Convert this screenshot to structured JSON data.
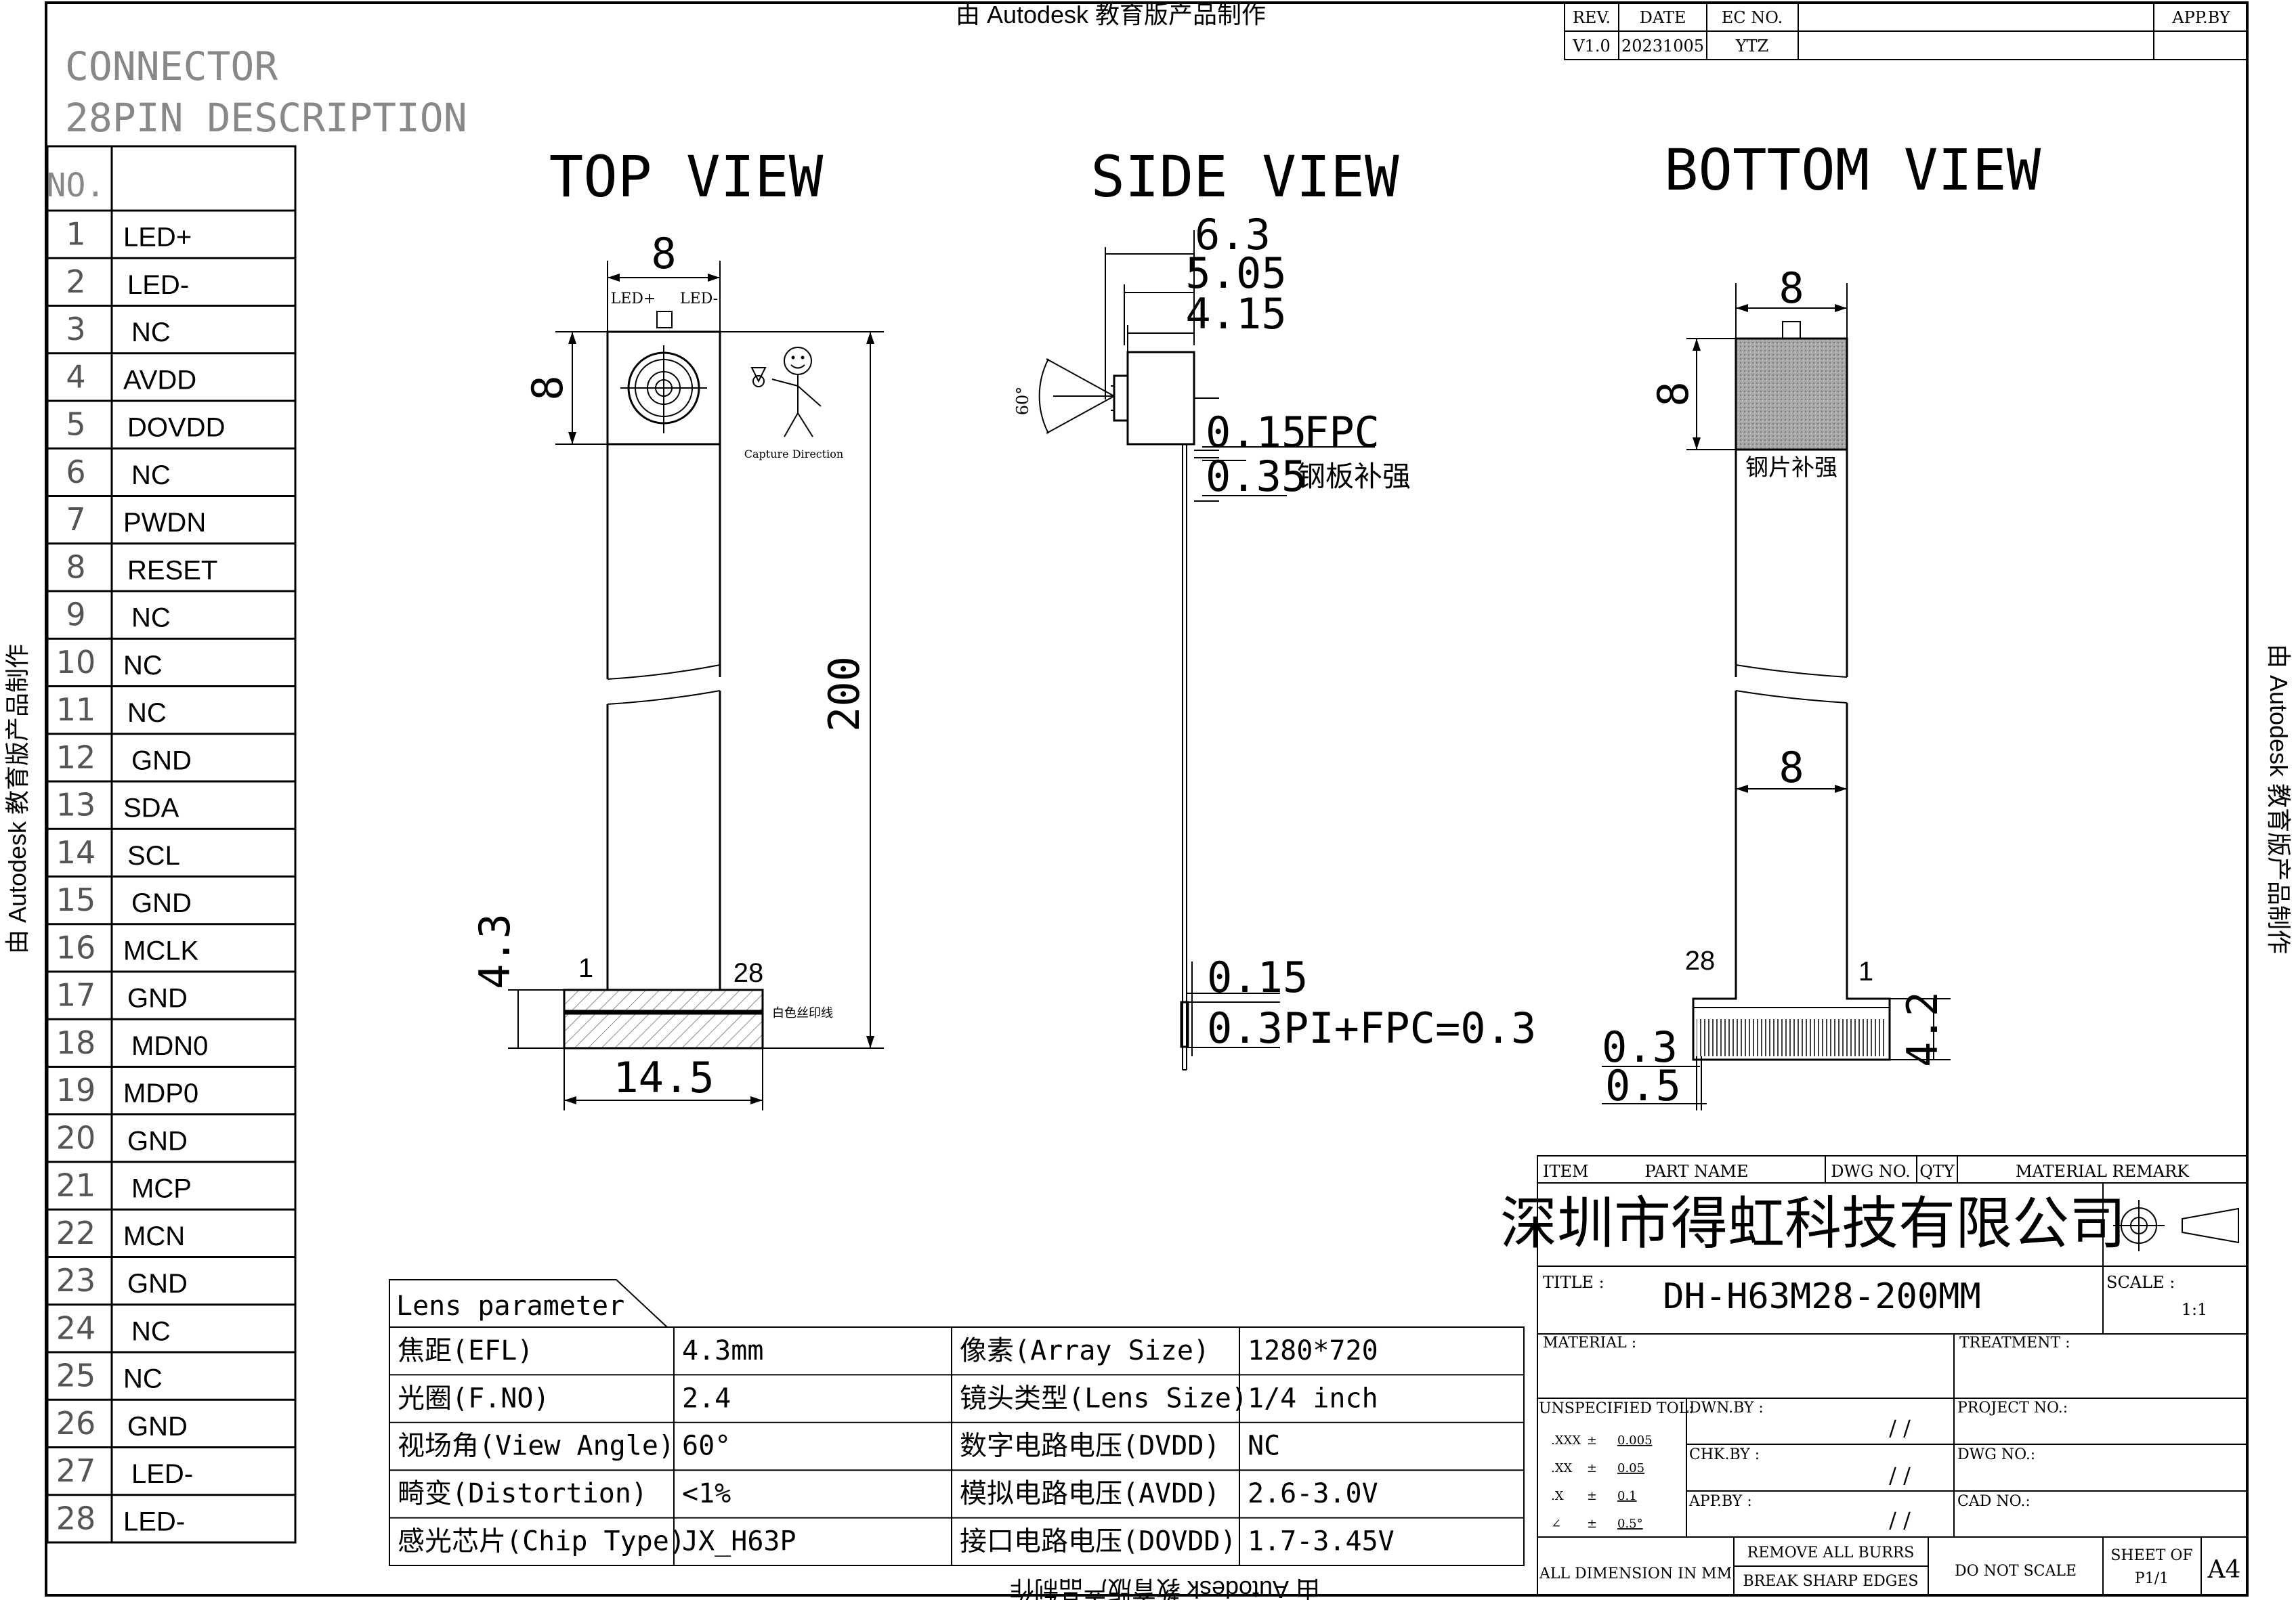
{
  "watermark": "由 Autodesk 教育版产品制作",
  "revision_table": {
    "headers": [
      "REV.",
      "DATE",
      "EC NO.",
      "APP.BY"
    ],
    "row": [
      "V1.0",
      "20231005",
      "YTZ"
    ]
  },
  "connector": {
    "title_line1": "CONNECTOR",
    "title_line2": "28PIN DESCRIPTION",
    "no_header": "NO.",
    "pins": [
      {
        "no": "1",
        "name": "LED+"
      },
      {
        "no": "2",
        "name": "LED-"
      },
      {
        "no": "3",
        "name": "NC"
      },
      {
        "no": "4",
        "name": "AVDD"
      },
      {
        "no": "5",
        "name": "DOVDD"
      },
      {
        "no": "6",
        "name": "NC"
      },
      {
        "no": "7",
        "name": "PWDN"
      },
      {
        "no": "8",
        "name": "RESET"
      },
      {
        "no": "9",
        "name": "NC"
      },
      {
        "no": "10",
        "name": "NC"
      },
      {
        "no": "11",
        "name": "NC"
      },
      {
        "no": "12",
        "name": "GND"
      },
      {
        "no": "13",
        "name": "SDA"
      },
      {
        "no": "14",
        "name": "SCL"
      },
      {
        "no": "15",
        "name": "GND"
      },
      {
        "no": "16",
        "name": "MCLK"
      },
      {
        "no": "17",
        "name": "GND"
      },
      {
        "no": "18",
        "name": "MDN0"
      },
      {
        "no": "19",
        "name": "MDP0"
      },
      {
        "no": "20",
        "name": "GND"
      },
      {
        "no": "21",
        "name": "MCP"
      },
      {
        "no": "22",
        "name": "MCN"
      },
      {
        "no": "23",
        "name": "GND"
      },
      {
        "no": "24",
        "name": "NC"
      },
      {
        "no": "25",
        "name": "NC"
      },
      {
        "no": "26",
        "name": "GND"
      },
      {
        "no": "27",
        "name": "LED-"
      },
      {
        "no": "28",
        "name": "LED-"
      }
    ]
  },
  "top_view": {
    "title": "TOP VIEW",
    "width_dim": "8",
    "height_dim": "8",
    "length_dim": "200",
    "connector_height_dim": "4.3",
    "connector_width_dim": "14.5",
    "led_plus": "LED+",
    "led_minus": "LED-",
    "pin_first": "1",
    "pin_last": "28",
    "capture_direction": "Capture Direction",
    "silk_note": "白色丝印线"
  },
  "side_view": {
    "title": "SIDE VIEW",
    "dim_1": "6.3",
    "dim_2": "5.05",
    "dim_3": "4.15",
    "angle": "60°",
    "fpc_dim": "0.15",
    "fpc_label": "FPC",
    "steel_dim": "0.35",
    "steel_label": "钢板补强",
    "end_dim_1": "0.15",
    "end_dim_2": "0.3",
    "end_label": "PI+FPC=0.3"
  },
  "bottom_view": {
    "title": "BOTTOM VIEW",
    "width_dim": "8",
    "height_dim": "8",
    "steel_label": "钢片补强",
    "fpc_width_dim": "8",
    "pin_left": "28",
    "pin_right": "1",
    "connector_dim": "4.2",
    "pitch_dim_1": "0.3",
    "pitch_dim_2": "0.5"
  },
  "lens_parameter": {
    "title": "Lens parameter",
    "rows": [
      [
        "焦距(EFL)",
        "4.3mm",
        "像素(Array Size)",
        "1280*720"
      ],
      [
        "光圈(F.NO)",
        "2.4",
        "镜头类型(Lens Size)",
        "1/4 inch"
      ],
      [
        "视场角(View Angle)",
        "60°",
        "数字电路电压(DVDD)",
        "NC"
      ],
      [
        "畸变(Distortion)",
        "<1%",
        "模拟电路电压(AVDD)",
        "2.6-3.0V"
      ],
      [
        "感光芯片(Chip Type)",
        "JX_H63P",
        "接口电路电压(DOVDD)",
        "1.7-3.45V"
      ]
    ]
  },
  "title_block": {
    "headers": [
      "ITEM",
      "PART NAME",
      "DWG NO.",
      "QTY",
      "MATERIAL REMARK"
    ],
    "company": "深圳市得虹科技有限公司",
    "title_label": "TITLE :",
    "title_value": "DH-H63M28-200MM",
    "scale_label": "SCALE :",
    "scale_value": "1:1",
    "material_label": "MATERIAL :",
    "treatment_label": "TREATMENT :",
    "tol_label": "UNSPECIFIED TOL:",
    "tolerances": [
      {
        "fmt": ".XXX",
        "pm": "±",
        "val": "0.005"
      },
      {
        "fmt": ".XX",
        "pm": "±",
        "val": "0.05"
      },
      {
        "fmt": ".X",
        "pm": "±",
        "val": "0.1"
      },
      {
        "fmt": "∠",
        "pm": "±",
        "val": "0.5°"
      }
    ],
    "dwn_label": "DWN.BY :",
    "chk_label": "CHK.BY :",
    "app_label": "APP.BY :",
    "date_slash": "/   /",
    "project_label": "PROJECT NO.:",
    "dwg_label": "DWG NO.:",
    "cad_label": "CAD NO.:",
    "all_dim": "ALL DIMENSION IN MM",
    "remove_burrs": "REMOVE ALL BURRS",
    "break_edges": "BREAK SHARP EDGES",
    "do_not_scale": "DO NOT SCALE",
    "sheet_label": "SHEET OF",
    "sheet_value": "P1/1",
    "paper": "A4"
  }
}
